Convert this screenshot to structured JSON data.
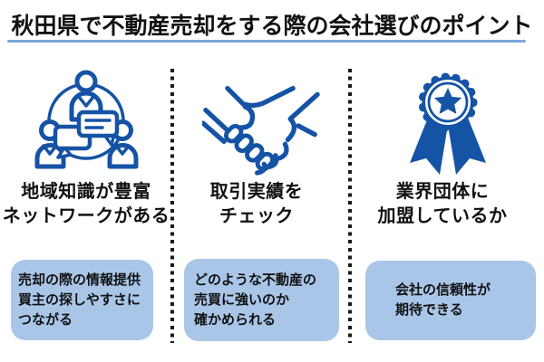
{
  "title": {
    "text": "秋田県で不動産売却をする際の会社選びのポイント"
  },
  "colors": {
    "icon_blue": "#1553a5",
    "box_fill": "#a9c6e8",
    "underline": "#7aa7d9",
    "ink": "#111111"
  },
  "columns": [
    {
      "icon": "people-network-icon",
      "heading_lines": [
        "地域知識が豊富",
        "ネットワークがある"
      ],
      "box_lines": [
        "売却の際の情報提供",
        "買主の探しやすさに",
        "つながる"
      ]
    },
    {
      "icon": "handshake-icon",
      "heading_lines": [
        "取引実績を",
        "チェック"
      ],
      "box_lines": [
        "どのような不動産の",
        "売買に強いのか",
        "確かめられる"
      ]
    },
    {
      "icon": "award-ribbon-icon",
      "heading_lines": [
        "業界団体に",
        "加盟しているか"
      ],
      "box_lines": [
        "会社の信頼性が",
        "期待できる"
      ]
    }
  ]
}
